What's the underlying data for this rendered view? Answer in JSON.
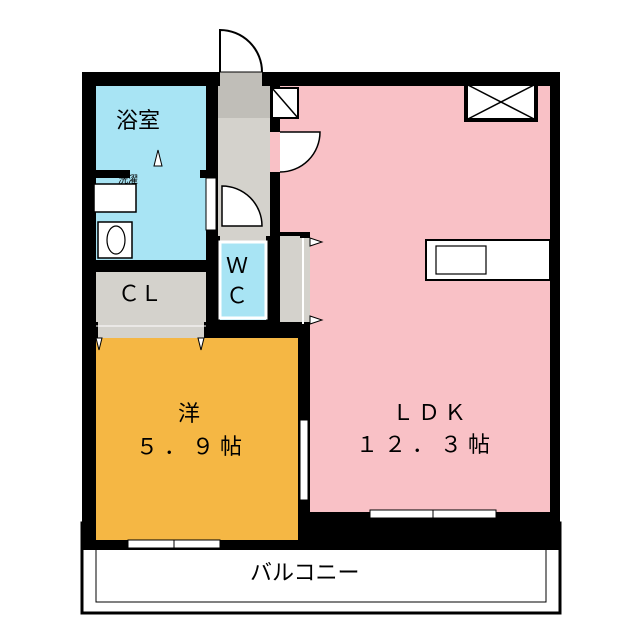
{
  "rooms": {
    "bath": {
      "label": "浴室"
    },
    "washroom": {
      "label": "洗濯"
    },
    "closet": {
      "label": "ＣＬ"
    },
    "toilet": {
      "label_1": "Ｗ",
      "label_2": "Ｃ"
    },
    "western": {
      "label": "洋",
      "area": "５．９帖"
    },
    "ldk": {
      "label": "ＬＤＫ",
      "area": "１２．３帖"
    },
    "balcony": {
      "label": "バルコニー"
    }
  },
  "colors": {
    "wall": "#000000",
    "bath": "#a8e4f4",
    "western": "#f5b744",
    "ldk": "#f9c1c6",
    "hall": "#d4d2cc",
    "closet": "#d4d2cc",
    "toilet": "#a8e4f4",
    "balcony": "#ffffff"
  }
}
